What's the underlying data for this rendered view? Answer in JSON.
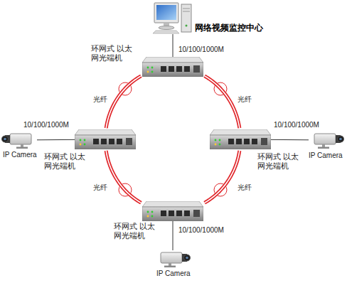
{
  "diagram": {
    "nodes": [
      {
        "text": [
          "网络视频监控中心"
        ]
      },
      {
        "text": [
          "环网式 以太网光端机"
        ]
      },
      {
        "text": [
          "环网式 以太网光端机"
        ]
      },
      {
        "text": [
          "环网式 以太网光端机"
        ]
      },
      {
        "text": [
          "环网式 以太网光端机"
        ]
      },
      {
        "text": [
          "IP Camera"
        ]
      },
      {
        "text": [
          "IP Camera"
        ]
      },
      {
        "text": [
          "IP Camera"
        ]
      }
    ],
    "edges": [
      {
        "from": 0,
        "to": 1,
        "arrow": "none",
        "label": "10/100/1000M"
      },
      {
        "from": 1,
        "to": 2,
        "arrow": "none",
        "label": "光纤"
      },
      {
        "from": 1,
        "to": 3,
        "arrow": "none",
        "label": "光纤"
      },
      {
        "from": 2,
        "to": 4,
        "arrow": "none",
        "label": "光纤"
      },
      {
        "from": 3,
        "to": 4,
        "arrow": "none",
        "label": "光纤"
      },
      {
        "from": 2,
        "to": 5,
        "arrow": "none",
        "label": "10/100/1000M"
      },
      {
        "from": 3,
        "to": 6,
        "arrow": "none",
        "label": "10/100/1000M"
      },
      {
        "from": 4,
        "to": 7,
        "arrow": "none",
        "label": "10/100/1000M"
      }
    ]
  }
}
